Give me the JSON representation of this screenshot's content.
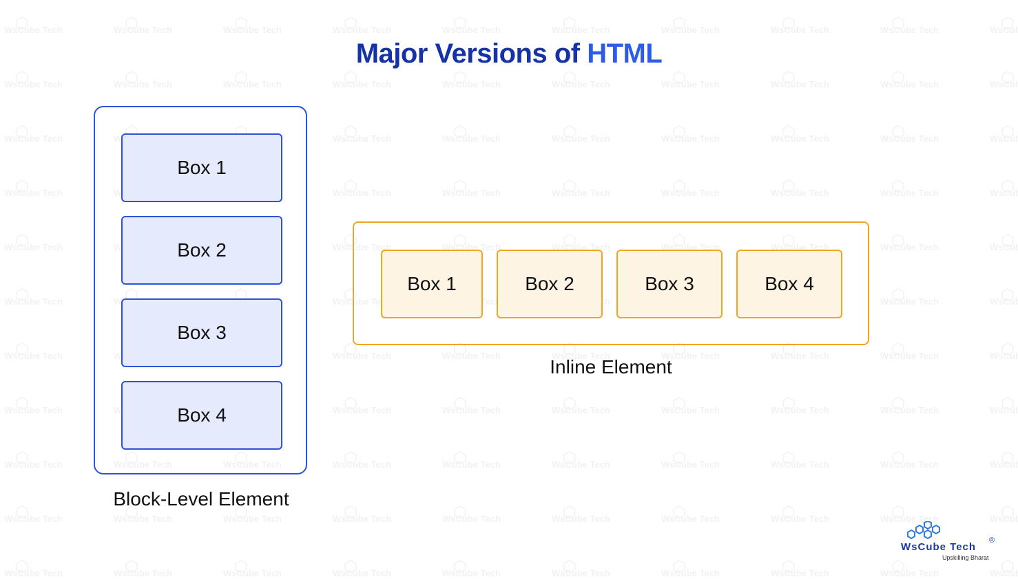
{
  "title": {
    "part1": "Major Versions of ",
    "part2": "HTML"
  },
  "block_diagram": {
    "boxes": [
      "Box 1",
      "Box 2",
      "Box 3",
      "Box 4"
    ],
    "caption": "Block-Level Element",
    "color": "#2f52d6",
    "fill": "#e5ebfc"
  },
  "inline_diagram": {
    "boxes": [
      "Box 1",
      "Box 2",
      "Box 3",
      "Box 4"
    ],
    "caption": "Inline Element",
    "color": "#f0a624",
    "fill": "#fdf4e4"
  },
  "logo": {
    "brand": "WsCube Tech",
    "registered": "®",
    "tagline": "Upskilling Bharat",
    "icon": "hexagon-cluster-icon"
  },
  "watermark": {
    "text": "WsCube Tech",
    "icon": "hexagon-cluster-icon"
  }
}
